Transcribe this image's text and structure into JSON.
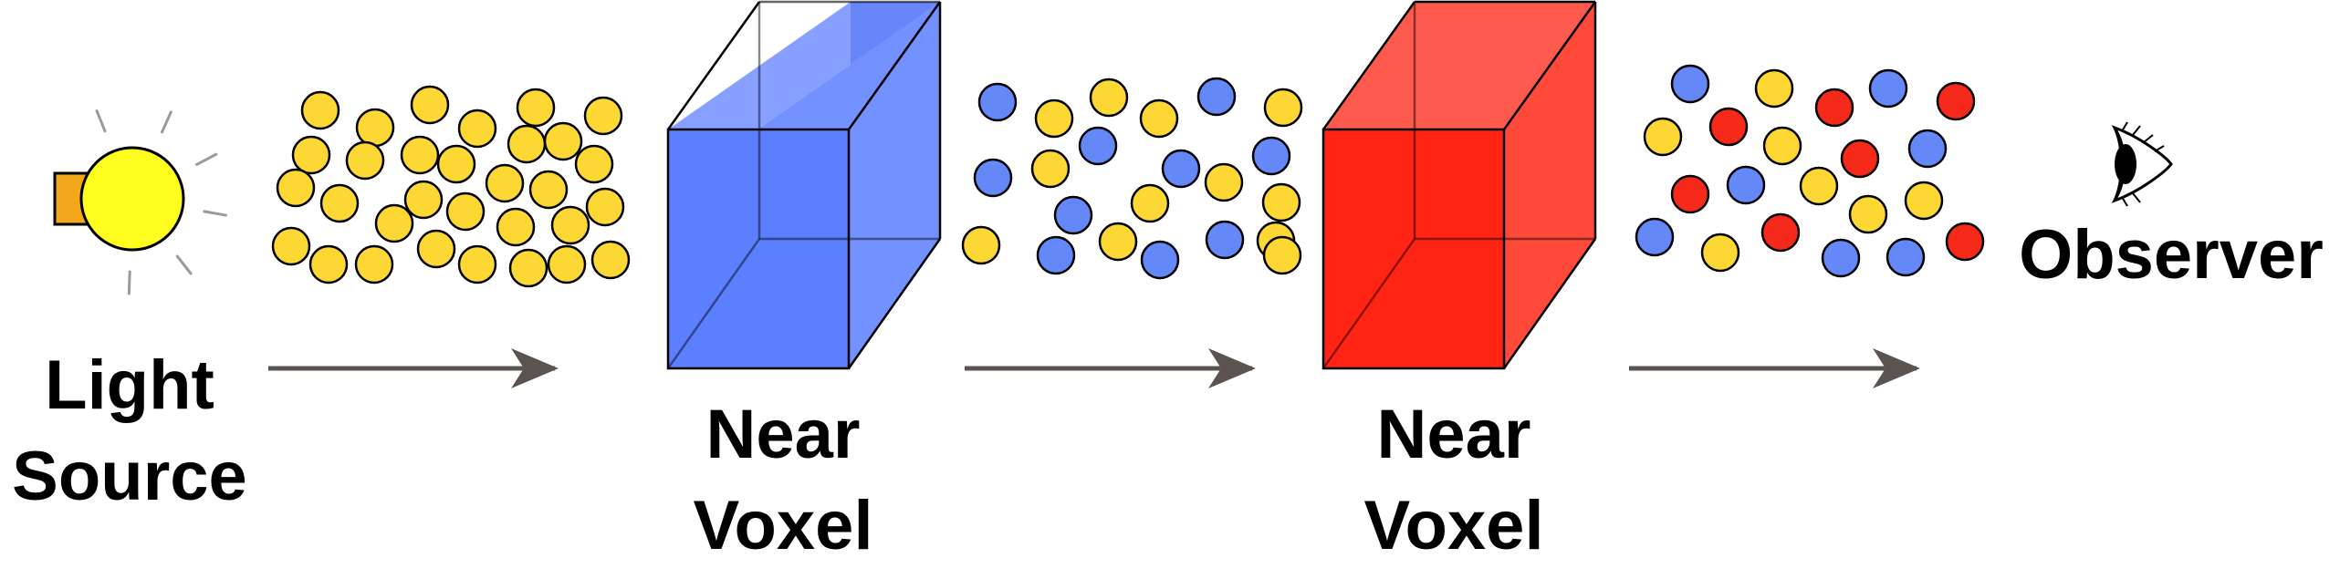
{
  "labels": {
    "light_source_line1": "Light",
    "light_source_line2": "Source",
    "voxel1_line1": "Near",
    "voxel1_line2": "Voxel",
    "voxel2_line1": "Near",
    "voxel2_line2": "Voxel",
    "observer": "Observer"
  },
  "colors": {
    "yellow_particle": "#FDD835",
    "blue_particle": "#6488F7",
    "red_particle": "#F52A1B",
    "blue_voxel": "#5B7FFF",
    "red_voxel": "#FF2414",
    "bulb": "#FFFF1F",
    "bulb_base": "#F2A81A",
    "arrow": "#5A5350"
  },
  "icons": [
    "light-bulb-icon",
    "eye-icon",
    "arrow-icon"
  ],
  "particle_groups": [
    {
      "name": "source-particles",
      "composition": "yellow"
    },
    {
      "name": "after-blue-voxel-particles",
      "composition": "yellow and blue"
    },
    {
      "name": "after-red-voxel-particles",
      "composition": "yellow, blue and red"
    }
  ]
}
